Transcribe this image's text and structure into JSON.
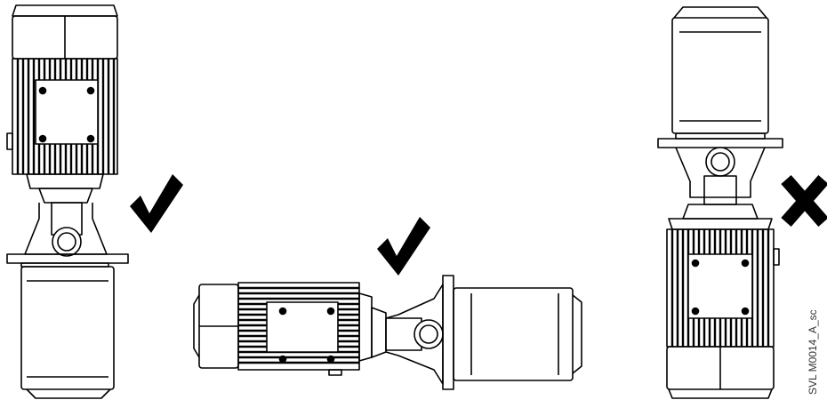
{
  "figure": {
    "orientations": [
      {
        "name": "vertical-motor-up",
        "status": "allowed",
        "status_icon": "check-icon"
      },
      {
        "name": "horizontal",
        "status": "allowed",
        "status_icon": "check-icon"
      },
      {
        "name": "vertical-motor-down",
        "status": "not-allowed",
        "status_icon": "cross-icon"
      }
    ],
    "drawing_code": "SVL M0014_A_sc"
  },
  "colors": {
    "line": "#000000",
    "background": "#ffffff",
    "mark": "#000000"
  }
}
